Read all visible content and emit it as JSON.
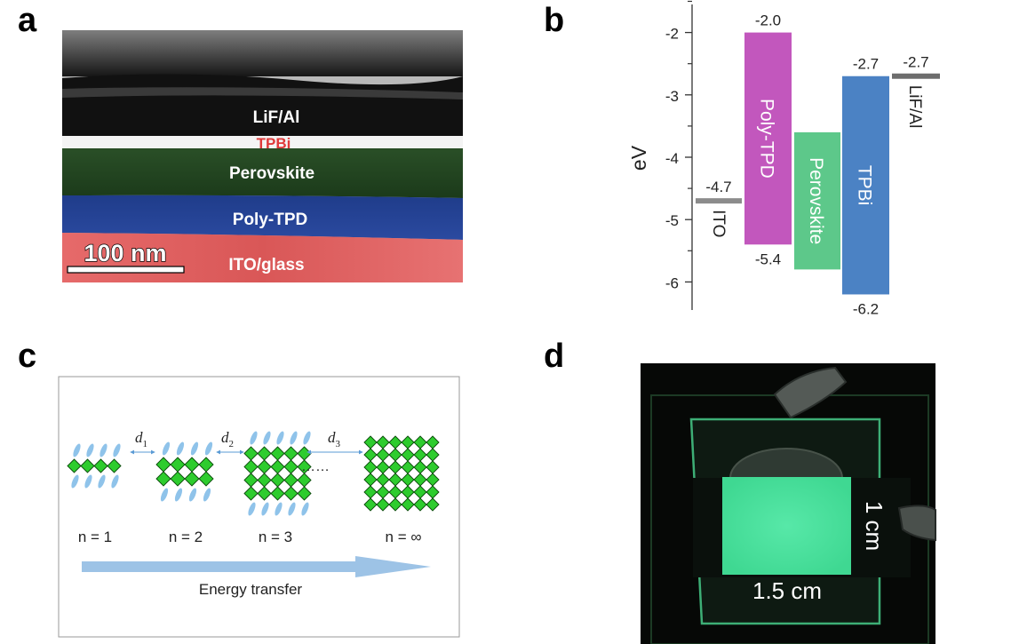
{
  "panel_labels": {
    "a": "a",
    "b": "b",
    "c": "c",
    "d": "d"
  },
  "panel_a": {
    "layers": [
      {
        "label": "LiF/Al",
        "color": "#ffffff"
      },
      {
        "label": "TPBi",
        "color": "#e03a3a"
      },
      {
        "label": "Perovskite",
        "color": "#ffffff"
      },
      {
        "label": "Poly-TPD",
        "color": "#ffffff"
      },
      {
        "label": "ITO/glass",
        "color": "#ffffff"
      }
    ],
    "scale_bar": "100 nm"
  },
  "chart_data": {
    "type": "bar",
    "ylabel": "eV",
    "ylim": [
      -6.45,
      -1.55
    ],
    "yticks": [
      "-2",
      "-3",
      "-4",
      "-5",
      "-6"
    ],
    "levels": [
      {
        "label": "ITO",
        "type": "line",
        "value": -4.7,
        "value_label": "-4.7",
        "color": "#8c8c8c"
      },
      {
        "label": "Poly-TPD",
        "type": "bar",
        "top": -2.0,
        "bottom": -5.4,
        "top_label": "-2.0",
        "bottom_label": "-5.4",
        "color": "#c257bd",
        "text_color": "#ffffff"
      },
      {
        "label": "Perovskite",
        "type": "bar",
        "top": -3.6,
        "bottom": -5.8,
        "color": "#5dc88a",
        "text_color": "#ffffff"
      },
      {
        "label": "TPBi",
        "type": "bar",
        "top": -2.7,
        "bottom": -6.2,
        "top_label": "-2.7",
        "bottom_label": "-6.2",
        "color": "#4b82c4",
        "text_color": "#ffffff"
      },
      {
        "label": "LiF/Al",
        "type": "line",
        "value": -2.7,
        "value_label": "-2.7",
        "color": "#6d6d6d"
      }
    ]
  },
  "panel_c": {
    "n_labels": [
      "n = 1",
      "n = 2",
      "n = 3",
      "n = ∞"
    ],
    "distances": [
      "d",
      "d",
      "d"
    ],
    "distance_subs": [
      "1",
      "2",
      "3"
    ],
    "ellipsis": "……",
    "arrow_label": "Energy transfer"
  },
  "panel_d": {
    "height_label": "1 cm",
    "width_label": "1.5 cm"
  }
}
